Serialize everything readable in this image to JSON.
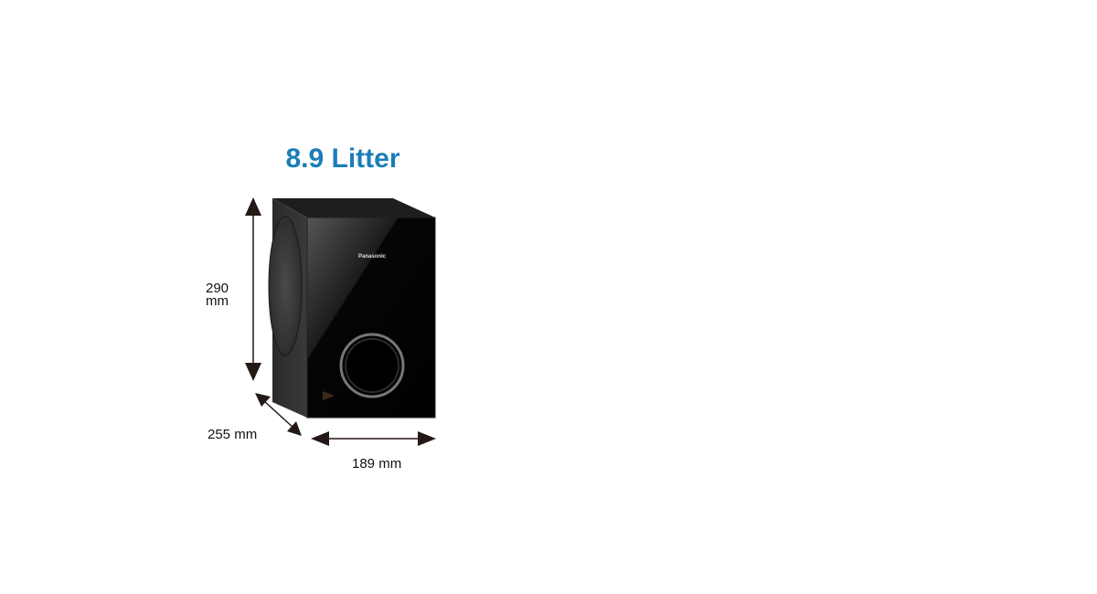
{
  "title": "8.9 Litter",
  "brand": "Panasonic",
  "dimensions": {
    "height_value": "290",
    "height_unit": "mm",
    "depth": "255 mm",
    "width": "189 mm"
  },
  "colors": {
    "title": "#1b7db8",
    "cabinet": "#0a0a0a",
    "arrow": "#231815"
  }
}
